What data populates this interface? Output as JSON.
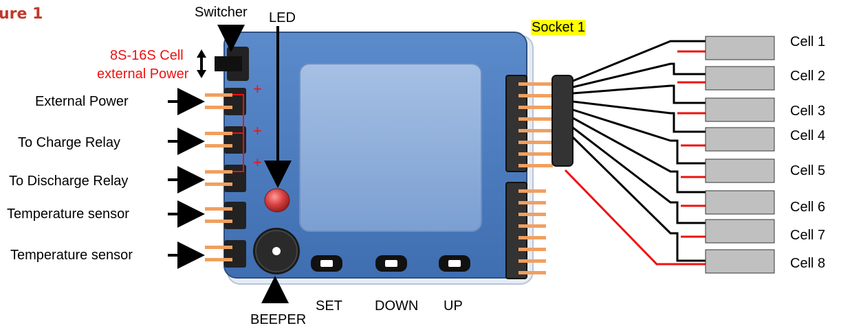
{
  "figure_label": "ure 1",
  "labels": {
    "switcher": "Switcher",
    "led": "LED",
    "power_line1": "8S-16S Cell",
    "power_line2": "external Power",
    "external_power": "External Power",
    "charge_relay": "To Charge Relay",
    "discharge_relay": "To Discharge Relay",
    "temp_sensor_1": "Temperature sensor",
    "temp_sensor_2": "Temperature sensor",
    "beeper": "BEEPER",
    "set": "SET",
    "down": "DOWN",
    "up": "UP",
    "socket": "Socket 1",
    "plus": "+"
  },
  "cells": [
    "Cell 1",
    "Cell 2",
    "Cell 3",
    "Cell 4",
    "Cell 5",
    "Cell 6",
    "Cell 7",
    "Cell 8"
  ],
  "colors": {
    "board": "#4f7fc0",
    "board_edge": "#3b5f94",
    "screen": "#8fb0da",
    "pin": "#f0a060",
    "wire_red": "#e11",
    "cell": "#c0c0c0",
    "figure_label": "#c0392b",
    "highlight": "#ffff00"
  }
}
